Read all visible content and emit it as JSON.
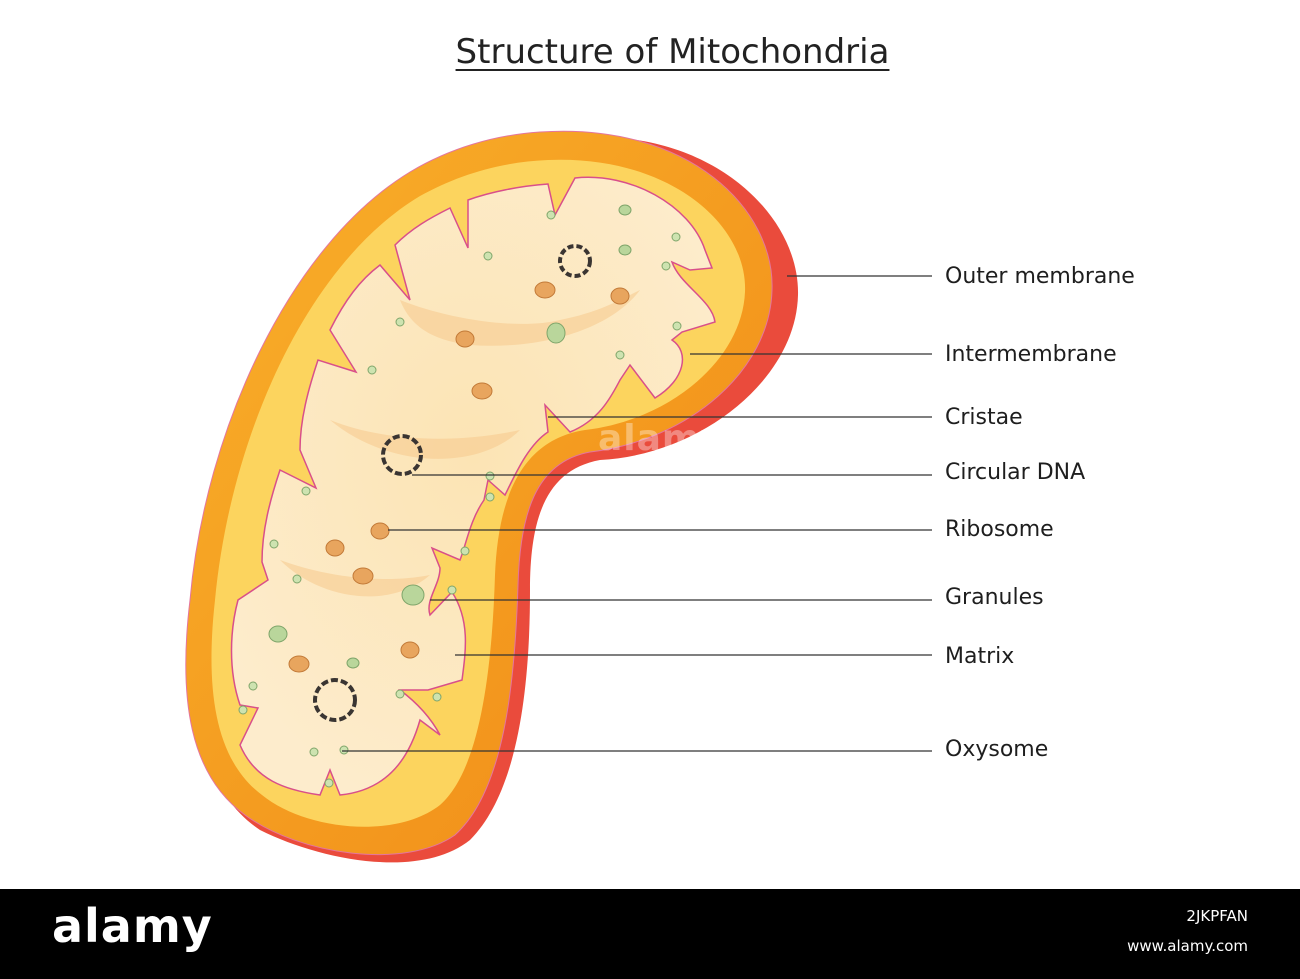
{
  "title": "Structure of Mitochondria",
  "labels": [
    {
      "key": "outer_membrane",
      "text": "Outer membrane"
    },
    {
      "key": "intermembrane",
      "text": "Intermembrane"
    },
    {
      "key": "cristae",
      "text": "Cristae"
    },
    {
      "key": "circular_dna",
      "text": "Circular DNA"
    },
    {
      "key": "ribosome",
      "text": "Ribosome"
    },
    {
      "key": "granules",
      "text": "Granules"
    },
    {
      "key": "matrix",
      "text": "Matrix"
    },
    {
      "key": "oxysome",
      "text": "Oxysome"
    }
  ],
  "watermark": "alamy",
  "footer": {
    "logo": "alamy",
    "image_id": "2JKPFAN",
    "site": "www.alamy.com"
  },
  "colors": {
    "outer_shell": "#f7a31c",
    "outer_shadow": "#e8453a",
    "intermembrane": "#fde07a",
    "matrix": "#fde9bf",
    "inner_edge": "#d94f8a",
    "ribosome": "#e8a55e",
    "granule": "#b9d69b",
    "dna": "#3a3532",
    "footer_bg": "#000000"
  }
}
